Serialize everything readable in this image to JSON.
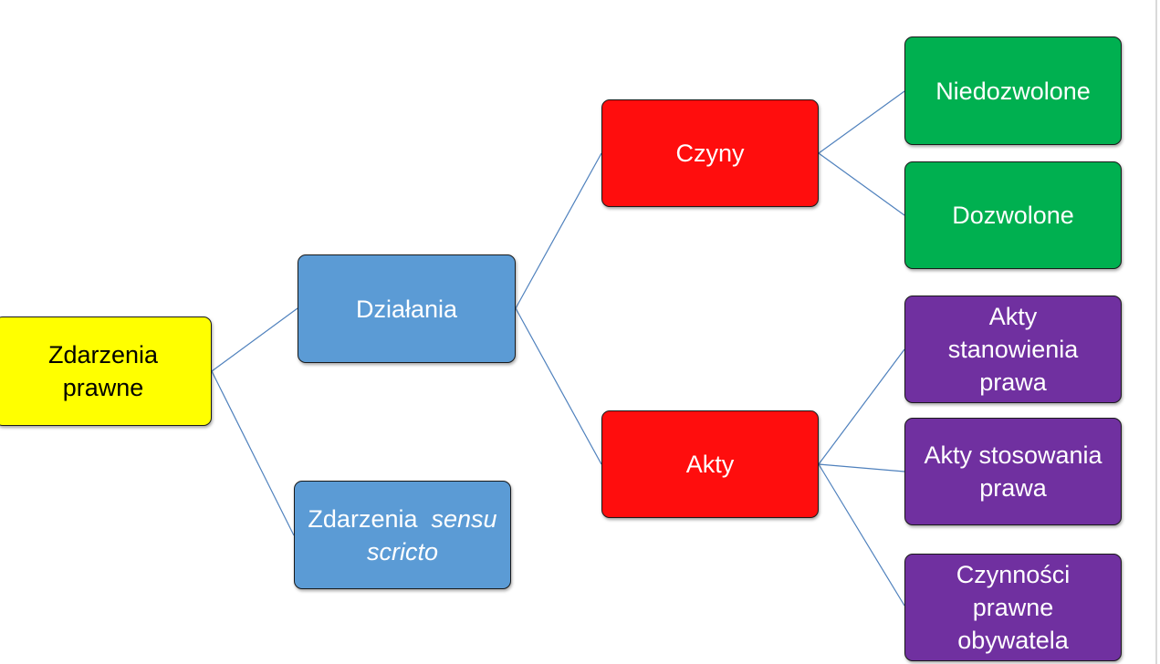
{
  "diagram": {
    "root": {
      "lines": [
        "Zdarzenia",
        "prawne"
      ]
    },
    "dzialania": {
      "lines": [
        "Działania"
      ]
    },
    "sensu_stricto": {
      "word": "Zdarzenia",
      "italic_words": [
        "sensu",
        "scricto"
      ]
    },
    "czyny": {
      "lines": [
        "Czyny"
      ]
    },
    "akty": {
      "lines": [
        "Akty"
      ]
    },
    "niedozwolone": {
      "lines": [
        "Niedozwolone"
      ]
    },
    "dozwolone": {
      "lines": [
        "Dozwolone"
      ]
    },
    "akty_stanowienia": {
      "lines": [
        "Akty",
        "stanowienia",
        "prawa"
      ]
    },
    "akty_stosowania": {
      "lines": [
        "Akty stosowania",
        "prawa"
      ]
    },
    "czynnosci_prawne": {
      "lines": [
        "Czynności",
        "prawne",
        "obywatela"
      ]
    }
  },
  "colors": {
    "root": "#ffff00",
    "level1": "#5b9bd5",
    "level2": "#ff0d0d",
    "leaf_czyny": "#00b050",
    "leaf_akty": "#7030a0",
    "connector": "#4f81bd"
  }
}
